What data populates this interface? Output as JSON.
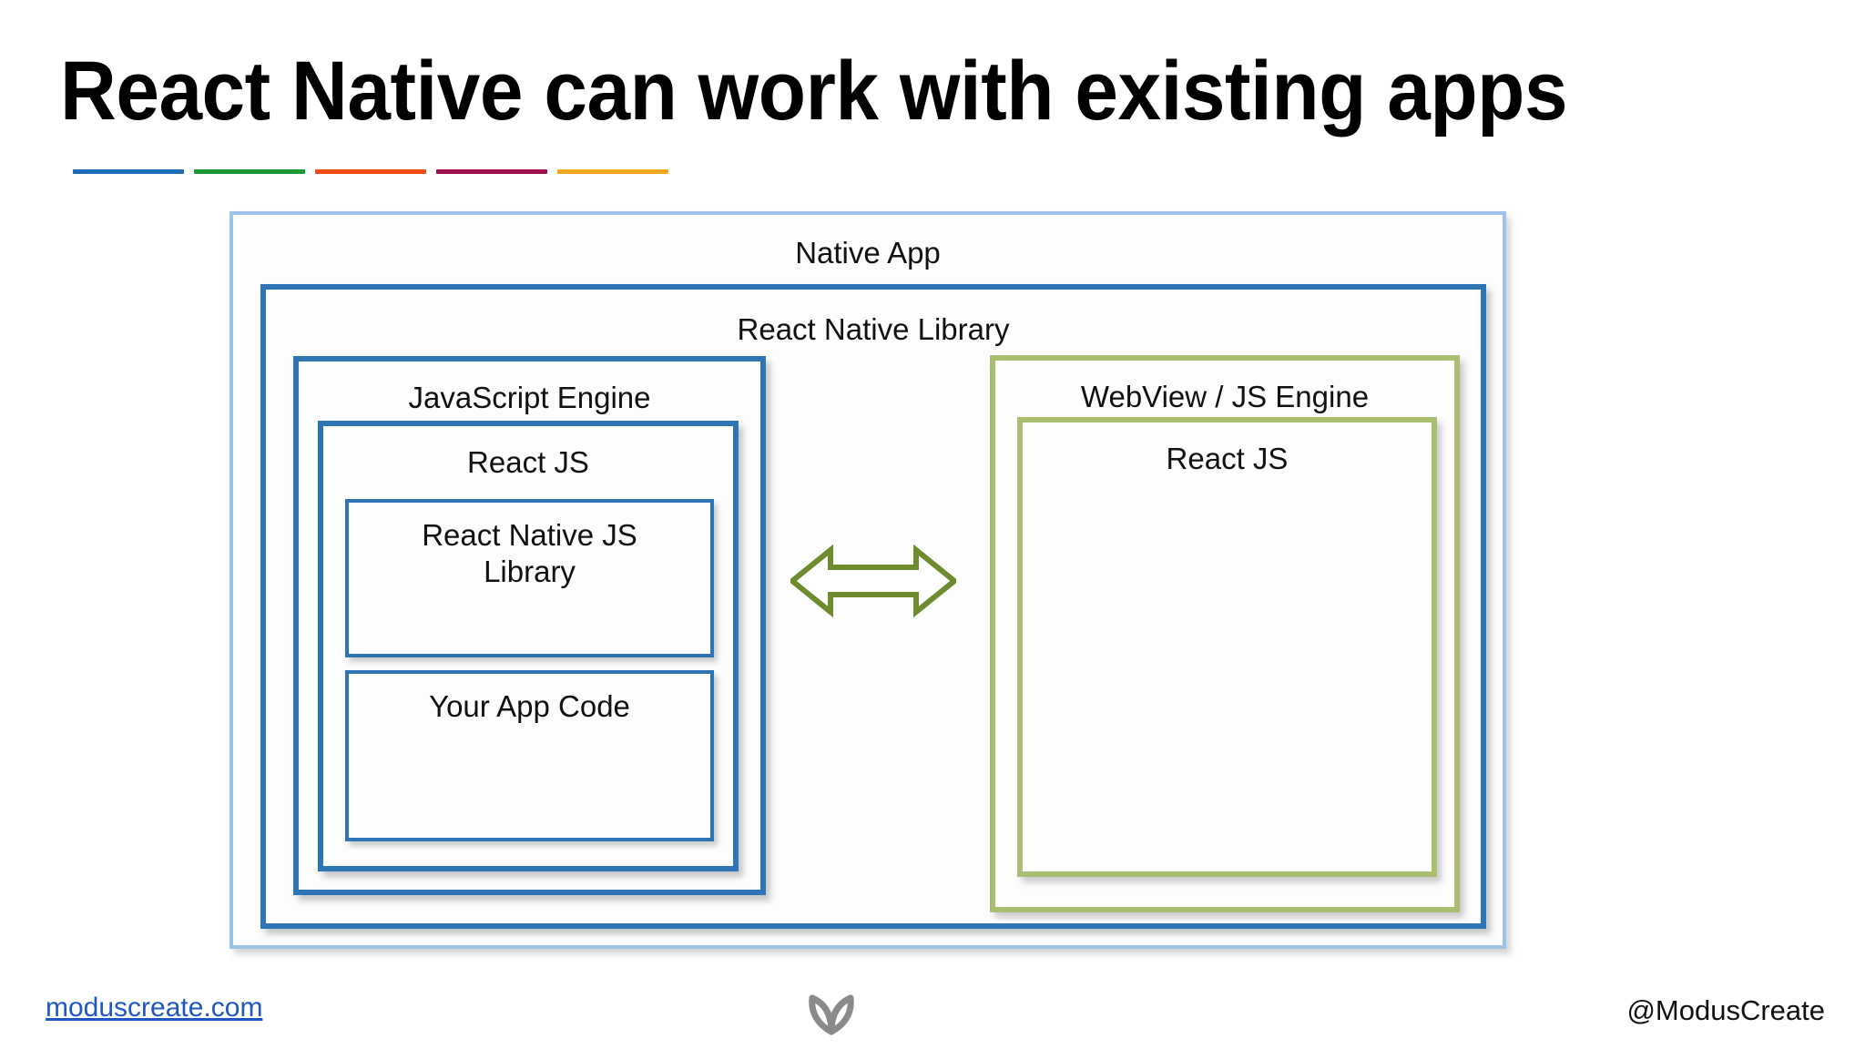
{
  "slide": {
    "title": "React Native can work with existing apps",
    "accent_bars": [
      {
        "name": "blue",
        "color": "#1B6CB5"
      },
      {
        "name": "green",
        "color": "#1C9A32"
      },
      {
        "name": "orange",
        "color": "#EF4B18"
      },
      {
        "name": "magenta",
        "color": "#9B0E4E"
      },
      {
        "name": "amber",
        "color": "#F4A81E"
      }
    ]
  },
  "diagram": {
    "native_app": {
      "label": "Native App",
      "border_color": "#9DC3E6"
    },
    "rn_library": {
      "label": "React Native Library",
      "border_color": "#2E75B6"
    },
    "js_engine": {
      "label": "JavaScript Engine",
      "border_color": "#2E75B6"
    },
    "react_js_left": {
      "label": "React JS",
      "border_color": "#2E75B6"
    },
    "rn_js_library": {
      "label": "React Native JS\nLibrary",
      "border_color": "#2E75B6"
    },
    "your_app_code": {
      "label": "Your App Code",
      "border_color": "#2E75B6"
    },
    "webview": {
      "label": "WebView / JS Engine",
      "border_color": "#A9BE6E"
    },
    "react_js_right": {
      "label": "React JS",
      "border_color": "#A9BE6E"
    },
    "arrow": {
      "name": "double-headed-arrow",
      "stroke_color": "#6E8B2E",
      "fill_color": "#FFFFFF"
    }
  },
  "footer": {
    "link": "moduscreate.com",
    "link_color": "#1F57C3",
    "logo_name": "modus-create-butterfly-logo",
    "logo_color": "#8A8A8A",
    "handle": "@ModusCreate"
  }
}
